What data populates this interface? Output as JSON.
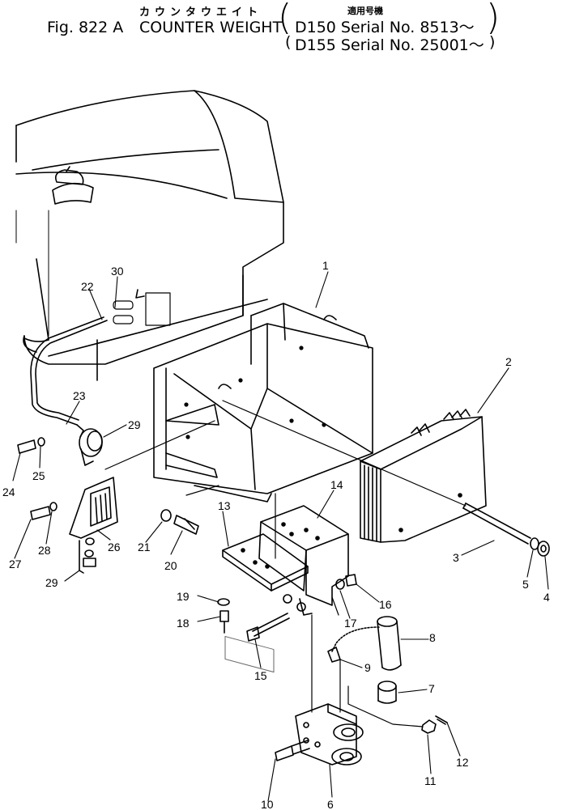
{
  "header": {
    "katakana_title": "カウンタウエイト",
    "applicable_label": "適用号機",
    "figure_number": "Fig. 822 A",
    "title": "COUNTER WEIGHT",
    "serial_1": "D150 Serial No. 8513～",
    "serial_2": "D155 Serial No. 25001～"
  },
  "callouts": [
    "1",
    "2",
    "3",
    "4",
    "5",
    "6",
    "7",
    "8",
    "9",
    "10",
    "11",
    "12",
    "13",
    "14",
    "15",
    "16",
    "17",
    "18",
    "19",
    "20",
    "21",
    "22",
    "23",
    "24",
    "25",
    "26",
    "27",
    "28",
    "29",
    "29",
    "30"
  ],
  "colors": {
    "line": "#000000",
    "background": "#ffffff"
  }
}
